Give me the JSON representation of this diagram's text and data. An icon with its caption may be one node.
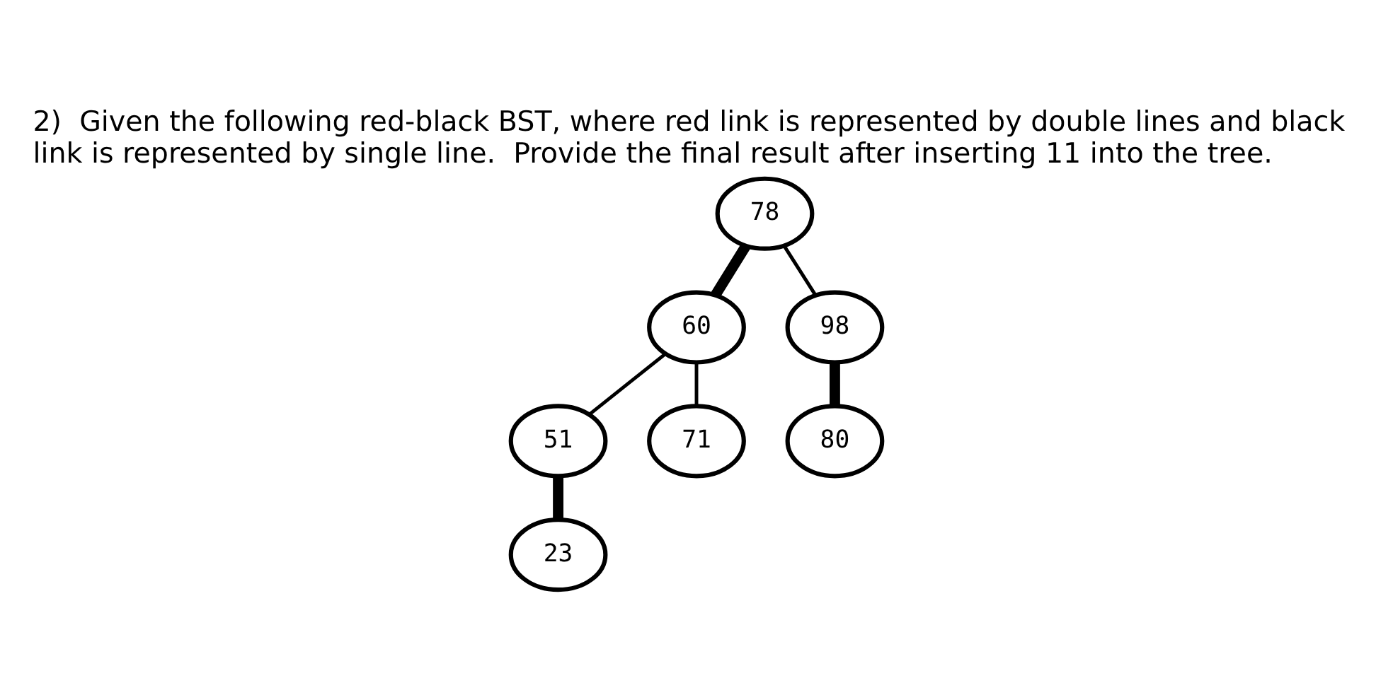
{
  "diagram": {
    "title": "2)  Given the following red-black BST, where red link is represented by double lines and black link is represented by single line.  Provide the final result after inserting 11 into the tree.",
    "nodes": [
      {
        "text": [
          "78"
        ]
      },
      {
        "text": [
          "60"
        ]
      },
      {
        "text": [
          "98"
        ]
      },
      {
        "text": [
          "51"
        ]
      },
      {
        "text": [
          "71"
        ]
      },
      {
        "text": [
          "80"
        ]
      },
      {
        "text": [
          "23"
        ]
      }
    ],
    "edges": [
      {
        "from": 0,
        "to": 1,
        "arrow": "none",
        "style": "thick"
      },
      {
        "from": 0,
        "to": 2,
        "arrow": "none"
      },
      {
        "from": 1,
        "to": 3,
        "arrow": "none"
      },
      {
        "from": 1,
        "to": 4,
        "arrow": "none"
      },
      {
        "from": 2,
        "to": 5,
        "arrow": "none",
        "style": "thick"
      },
      {
        "from": 3,
        "to": 6,
        "arrow": "none",
        "style": "thick"
      }
    ]
  }
}
